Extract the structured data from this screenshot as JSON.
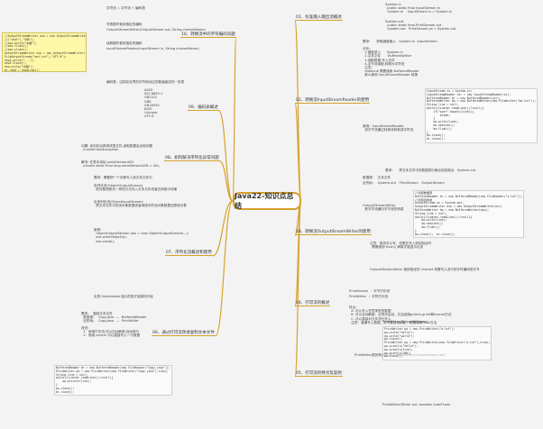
{
  "center": {
    "title": "Java22-知识点总结"
  },
  "note_box": {
    "lines": [
      "//OutputStreamWriter osw = new OutputStreamWriter(System.out",
      "//(\"chat\"),\"GBK\");",
      "//osw.write(\"中国\");",
      "//osw.flush();",
      "//osw.close();",
      "OutputStreamWriter osw = new OutputStreamWriter(",
      "FileOutputStream(\"out.txt\"),\"UTF-8\");",
      "osw2.write(\"...\");",
      "osw2.close();",
      "osw.write(\"中国\");",
      "br.read = readLine();",
      "osw.write(Charset...)"
    ]
  },
  "branches": {
    "b01": "01、标准输入输出流概述",
    "b02": "02、转换流InputStreamReader的使用",
    "b03": "03、转换流OutputStreamWriter的使用",
    "b04": "04、打印流的概述",
    "b05": "05、打印流的特点及案例",
    "b06": "06、通过打印流改进复制文本文件",
    "b07": "07、序列化流概述和使用",
    "b08": "08、如何解决序列化异常问题",
    "b09": "09、编码表概述",
    "b10": "10、转换流中的字符编码问题"
  },
  "nodes": {
    "b01_a": "System.in\n  public static final InputStream in\n  System.in    InputStream is = System.in",
    "b01_b": "System.out\n  public static final PrintStream out\n  System.out   PrintStream ps = System.out",
    "b02_head": "需求：    获取键盘输入   System.in  InputStream",
    "b02_analysis": "分析：\n  1.键盘录入      System.in\n  2.文本文件       BufferedWriter\n  3.读取数据,写入文件\n  4.字节流读取,转换为字符流\n  注意：\n  readLine 需要使用 BufferedReader\n  那么使用 InputStreamReader 转换",
    "b02_code_label": "案例：InputStreamReader\n  将字节流通过转换流转换成字符流",
    "b03_head": "需求：    把文本文件中的数据按行输出到控制台   System.out",
    "b03_src": "数据源：  文本文件",
    "b03_dst": "目的地：  System.out   PrintStream   OutputStream",
    "b03_label": "OutputStreamWriter\n  是字符流通向字节流的桥梁",
    "b03_note1": "注意：虽然可以写，但是在写入到控制台时\n  需要使用 flush() 刷新才能显示出来",
    "b03_note2": "OutputStreamWriter 使用指定的 charset 将要写入流中的字符编码成字节",
    "b04_a": "PrintStream  ：字节打印流",
    "b04_b": "PrintWriter  ：字符打印流",
    "b04_feat": "特点：\n  A. 可以写入任意类型的数据\n  B. 可以自动刷新，必须先启动，并且使用println,printf和format方法\n  C. 可以直接对文件进行写入\n  注意：普通写入数据，并不能自动刷新，需要调用flush方法",
    "b05_a": "PrintWriter(String fileName)",
    "b05_b": "PrintWriter(Writer out, boolean autoFlush)",
    "b05_c": "PrintWriter类的构造方法  /  PrintWriter(OutputStream out)",
    "b06_a": "需求：  复制文本文件\n  数据源：  Copy.java  ---  BufferedReader\n  目的地：  Copy.java  ---  PrintWriter",
    "b06_b": "改进：\n  1.  使用打印流,可以自动刷新,自动换行\n  2.  使用 println 可以直接写入一行数据",
    "b07_head": "需求：需要把一个对象写入到文本文件中",
    "b07_a": "序列化流(ObjectOutputStream)\n  把对象按照流一样的方式存入文本文件或者在网络中传输",
    "b07_b": "反序列化流(ObjectInputStream)\n  把文本文件中的流对象数据或者网络中的流对象数据还原成对象",
    "b07_c": "案例:\n  ObjectOutputStream oos = new ObjectOutputStream(...);\n  oos.writeObject(p);\n  oos.close();",
    "b07_d": "实现 Serializable 接口的类才能被序列化",
    "b08_a": "问题: 序列化后再修改类文件,读取数据会出现问题\n  InvalidClassException",
    "b08_b": "解决: 在类中添加 serialVersionUID\n  private static final long serialVersionUID = 42L;",
    "b09_a": "编码表：由现实世界的字符和对应的数值组成的一张表",
    "b09_list": "ASCII\nISO-8859-1\nGB2312\nGBK\nGB18030\nBIG5\nUnicode\nUTF-8",
    "b10_a": "字符流 = 字节流 + 编码表",
    "b10_b": "写数据时使用指定的编码",
    "b10_c": "OutputStreamWriter(OutputStream out, String charsetName)",
    "b10_d": "读数据时使用指定的编码",
    "b10_e": "InputStreamReader(InputStream in, String charsetName)"
  },
  "code_blocks": {
    "c02": [
      "InputStream is = System.in;",
      "InputStreamReader isr = new InputStreamReader(is);",
      "BufferedReader br = new BufferedReader(isr);",
      "BufferedWriter bw = new BufferedWriter(new FileWriter(\"bw.txt\"));",
      "String line = null;",
      "while((line=br.readLine())!=null){",
      "    if(\"over\".equals(line)){",
      "        break;",
      "    }",
      "    bw.write(line);",
      "    bw.newLine();",
      "    bw.flush();",
      "}",
      "bw.close();",
      "br.close();"
    ],
    "c03": [
      "//封装数据源",
      "BufferedReader br = new BufferedReader(new FileReader(\"a.txt\"));",
      "//封装目的地",
      "OutputStream os = System.out;",
      "OutputStreamWriter osw = new OutputStreamWriter(os);",
      "BufferedWriter bw = new BufferedWriter(osw);",
      "String line = null;",
      "while((line=br.readLine())!=null){",
      "    bw.write(line);",
      "    bw.newLine();",
      "    bw.flush();",
      "}",
      "bw.close();  br.close();"
    ],
    "c05": [
      "PrintWriter pw = new PrintWriter(\"a.txt\");",
      "pw.write(\"hello\");",
      "pw.write(\"world\");",
      "pw.close();",
      "",
      "PrintWriter pw = new PrintWriter(new FileWriter(\"a.txt\"),true);",
      "pw.println(\"hello\");",
      "pw.println(true);",
      "pw.println(100);",
      "pw.close();"
    ],
    "c06": [
      "BufferedReader br = new BufferedReader(new FileReader(\"Copy.java\"));",
      "PrintWriter pw = new PrintWriter(new FileWriter(\"Copy.java\"),true);",
      "String line = null;",
      "while((line=br.readLine())!=null){",
      "    pw.println(line);",
      "}",
      "pw.close();",
      "br.close();"
    ]
  },
  "colors": {
    "background": "#f3f3f3",
    "accent": "#d6a12b",
    "note": "#fff7a8"
  }
}
